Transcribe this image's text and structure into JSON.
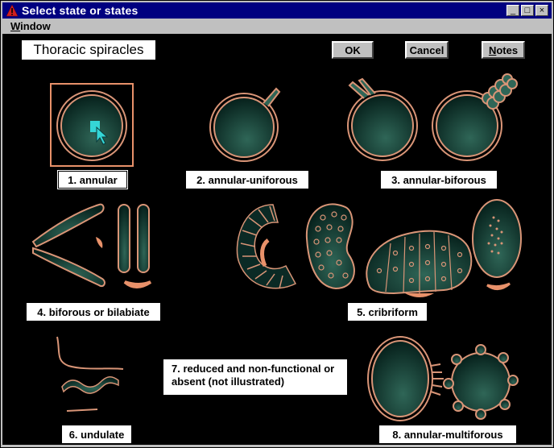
{
  "window": {
    "title": "Select state or states",
    "minimize_glyph": "_",
    "maximize_glyph": "□",
    "close_glyph": "×"
  },
  "menubar": {
    "window_menu": "Window",
    "window_menu_rest": "indow",
    "window_menu_accel": "W"
  },
  "heading": "Thoracic spiracles",
  "buttons": {
    "ok": "OK",
    "cancel": "Cancel",
    "notes_accel": "N",
    "notes_rest": "otes"
  },
  "states": [
    {
      "label": "1. annular",
      "selected": true
    },
    {
      "label": "2. annular-uniforous",
      "selected": false
    },
    {
      "label": "3. annular-biforous",
      "selected": false
    },
    {
      "label": "4. biforous or bilabiate",
      "selected": false
    },
    {
      "label": "5. cribriform",
      "selected": false
    },
    {
      "label": "6. undulate",
      "selected": false
    },
    {
      "label": "7. reduced and non-functional or absent (not illustrated)",
      "selected": false
    },
    {
      "label": "8. annular-multiforous",
      "selected": false
    }
  ],
  "colors": {
    "accent": "#e8916a",
    "outline": "#d99577",
    "fill_dark": "#0b2a25",
    "fill_light": "#2f6657",
    "cursor_square": "#35d6d6",
    "titlebar": "#000080"
  },
  "icons": [
    "warning-triangle-icon",
    "minimize-icon",
    "maximize-icon",
    "close-icon",
    "cursor-arrow-icon"
  ]
}
